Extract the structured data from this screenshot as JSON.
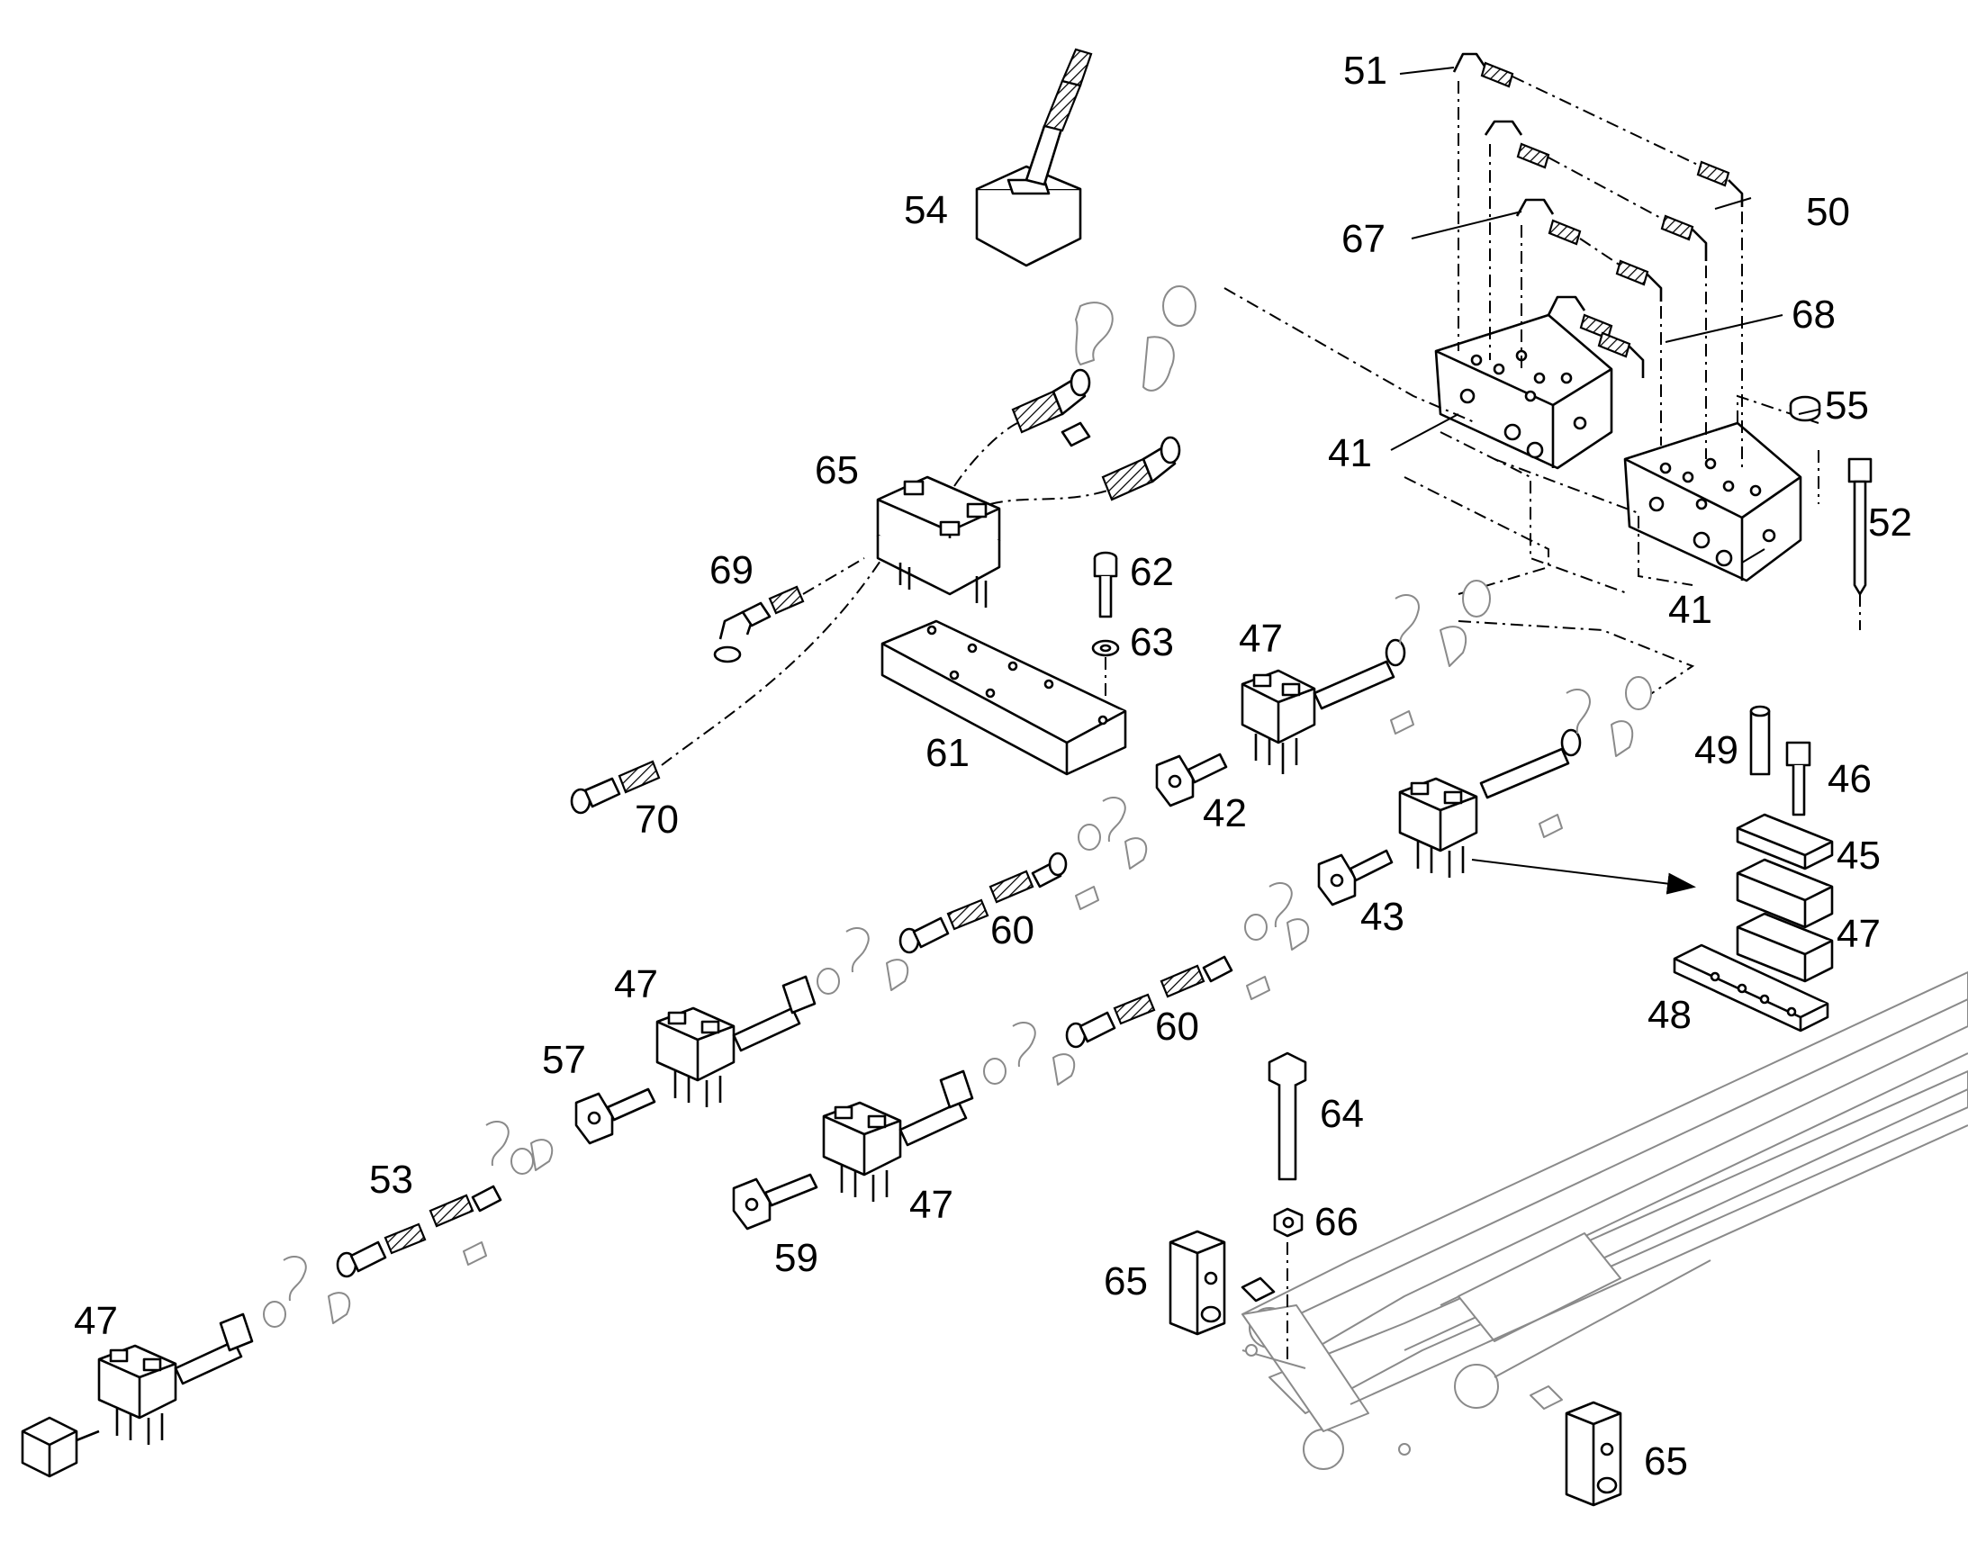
{
  "diagram": {
    "type": "exploded-parts-view",
    "callouts": [
      {
        "id": "c51",
        "text": "51"
      },
      {
        "id": "c50",
        "text": "50"
      },
      {
        "id": "c67",
        "text": "67"
      },
      {
        "id": "c68",
        "text": "68"
      },
      {
        "id": "c54",
        "text": "54"
      },
      {
        "id": "c55",
        "text": "55"
      },
      {
        "id": "c52",
        "text": "52"
      },
      {
        "id": "c41a",
        "text": "41"
      },
      {
        "id": "c41b",
        "text": "41"
      },
      {
        "id": "c65a",
        "text": "65"
      },
      {
        "id": "c69",
        "text": "69"
      },
      {
        "id": "c62",
        "text": "62"
      },
      {
        "id": "c63",
        "text": "63"
      },
      {
        "id": "c61",
        "text": "61"
      },
      {
        "id": "c70",
        "text": "70"
      },
      {
        "id": "c47a",
        "text": "47"
      },
      {
        "id": "c42",
        "text": "42"
      },
      {
        "id": "c49",
        "text": "49"
      },
      {
        "id": "c46",
        "text": "46"
      },
      {
        "id": "c45",
        "text": "45"
      },
      {
        "id": "c47b",
        "text": "47"
      },
      {
        "id": "c48",
        "text": "48"
      },
      {
        "id": "c60a",
        "text": "60"
      },
      {
        "id": "c43",
        "text": "43"
      },
      {
        "id": "c47c",
        "text": "47"
      },
      {
        "id": "c57",
        "text": "57"
      },
      {
        "id": "c60b",
        "text": "60"
      },
      {
        "id": "c64",
        "text": "64"
      },
      {
        "id": "c53",
        "text": "53"
      },
      {
        "id": "c47d",
        "text": "47"
      },
      {
        "id": "c59",
        "text": "59"
      },
      {
        "id": "c66",
        "text": "66"
      },
      {
        "id": "c65b",
        "text": "65"
      },
      {
        "id": "c47e",
        "text": "47"
      },
      {
        "id": "c65c",
        "text": "65"
      }
    ]
  }
}
